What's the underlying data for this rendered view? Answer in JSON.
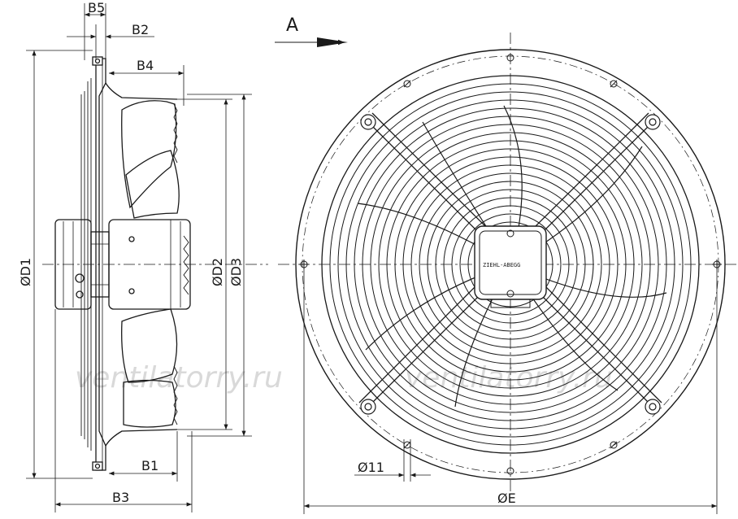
{
  "dimensions": {
    "b5": "B5",
    "b2": "B2",
    "b4": "B4",
    "b1": "B1",
    "b3": "B3",
    "d1": "ØD1",
    "d2": "ØD2",
    "d3": "ØD3",
    "e": "ØE",
    "hole": "Ø11"
  },
  "view_label": "A",
  "watermark": "ventilatorry.ru",
  "motor_logo": "ZIEHL-ABEGG",
  "colors": {
    "line": "#1a1a1a",
    "watermark": "#d9d9d9",
    "background": "#ffffff"
  }
}
